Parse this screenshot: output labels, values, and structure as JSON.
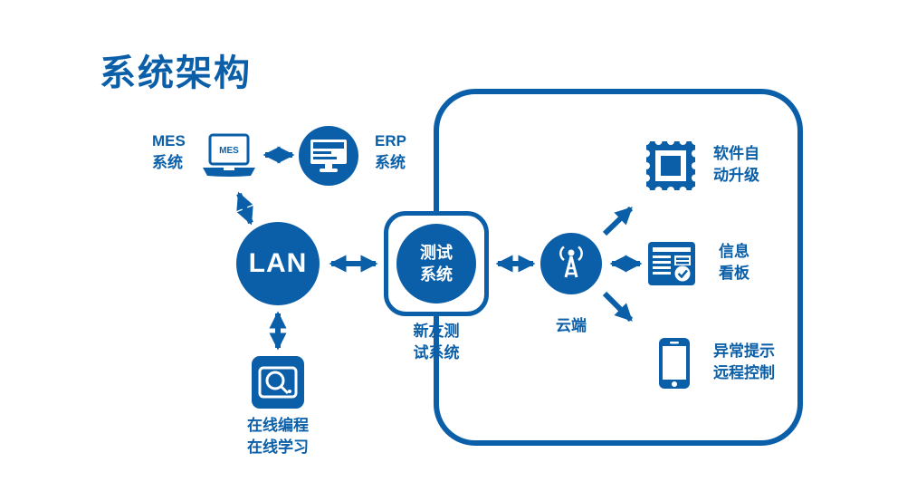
{
  "colors": {
    "primary": "#0a5fa8",
    "white": "#ffffff"
  },
  "title": "系统架构",
  "nodes": {
    "mes": {
      "line1": "MES",
      "line2": "系统",
      "screen_text": "MES"
    },
    "erp": {
      "line1": "ERP",
      "line2": "系统"
    },
    "lan": {
      "label": "LAN"
    },
    "test": {
      "circle_line1": "测试",
      "circle_line2": "系统",
      "caption_line1": "新友测",
      "caption_line2": "试系统"
    },
    "online": {
      "caption_line1": "在线编程",
      "caption_line2": "在线学习"
    },
    "cloud": {
      "caption": "云端"
    },
    "upgrade": {
      "line1": "软件自",
      "line2": "动升级"
    },
    "board": {
      "line1": "信息",
      "line2": "看板"
    },
    "phone": {
      "line1": "异常提示",
      "line2": "远程控制"
    }
  }
}
